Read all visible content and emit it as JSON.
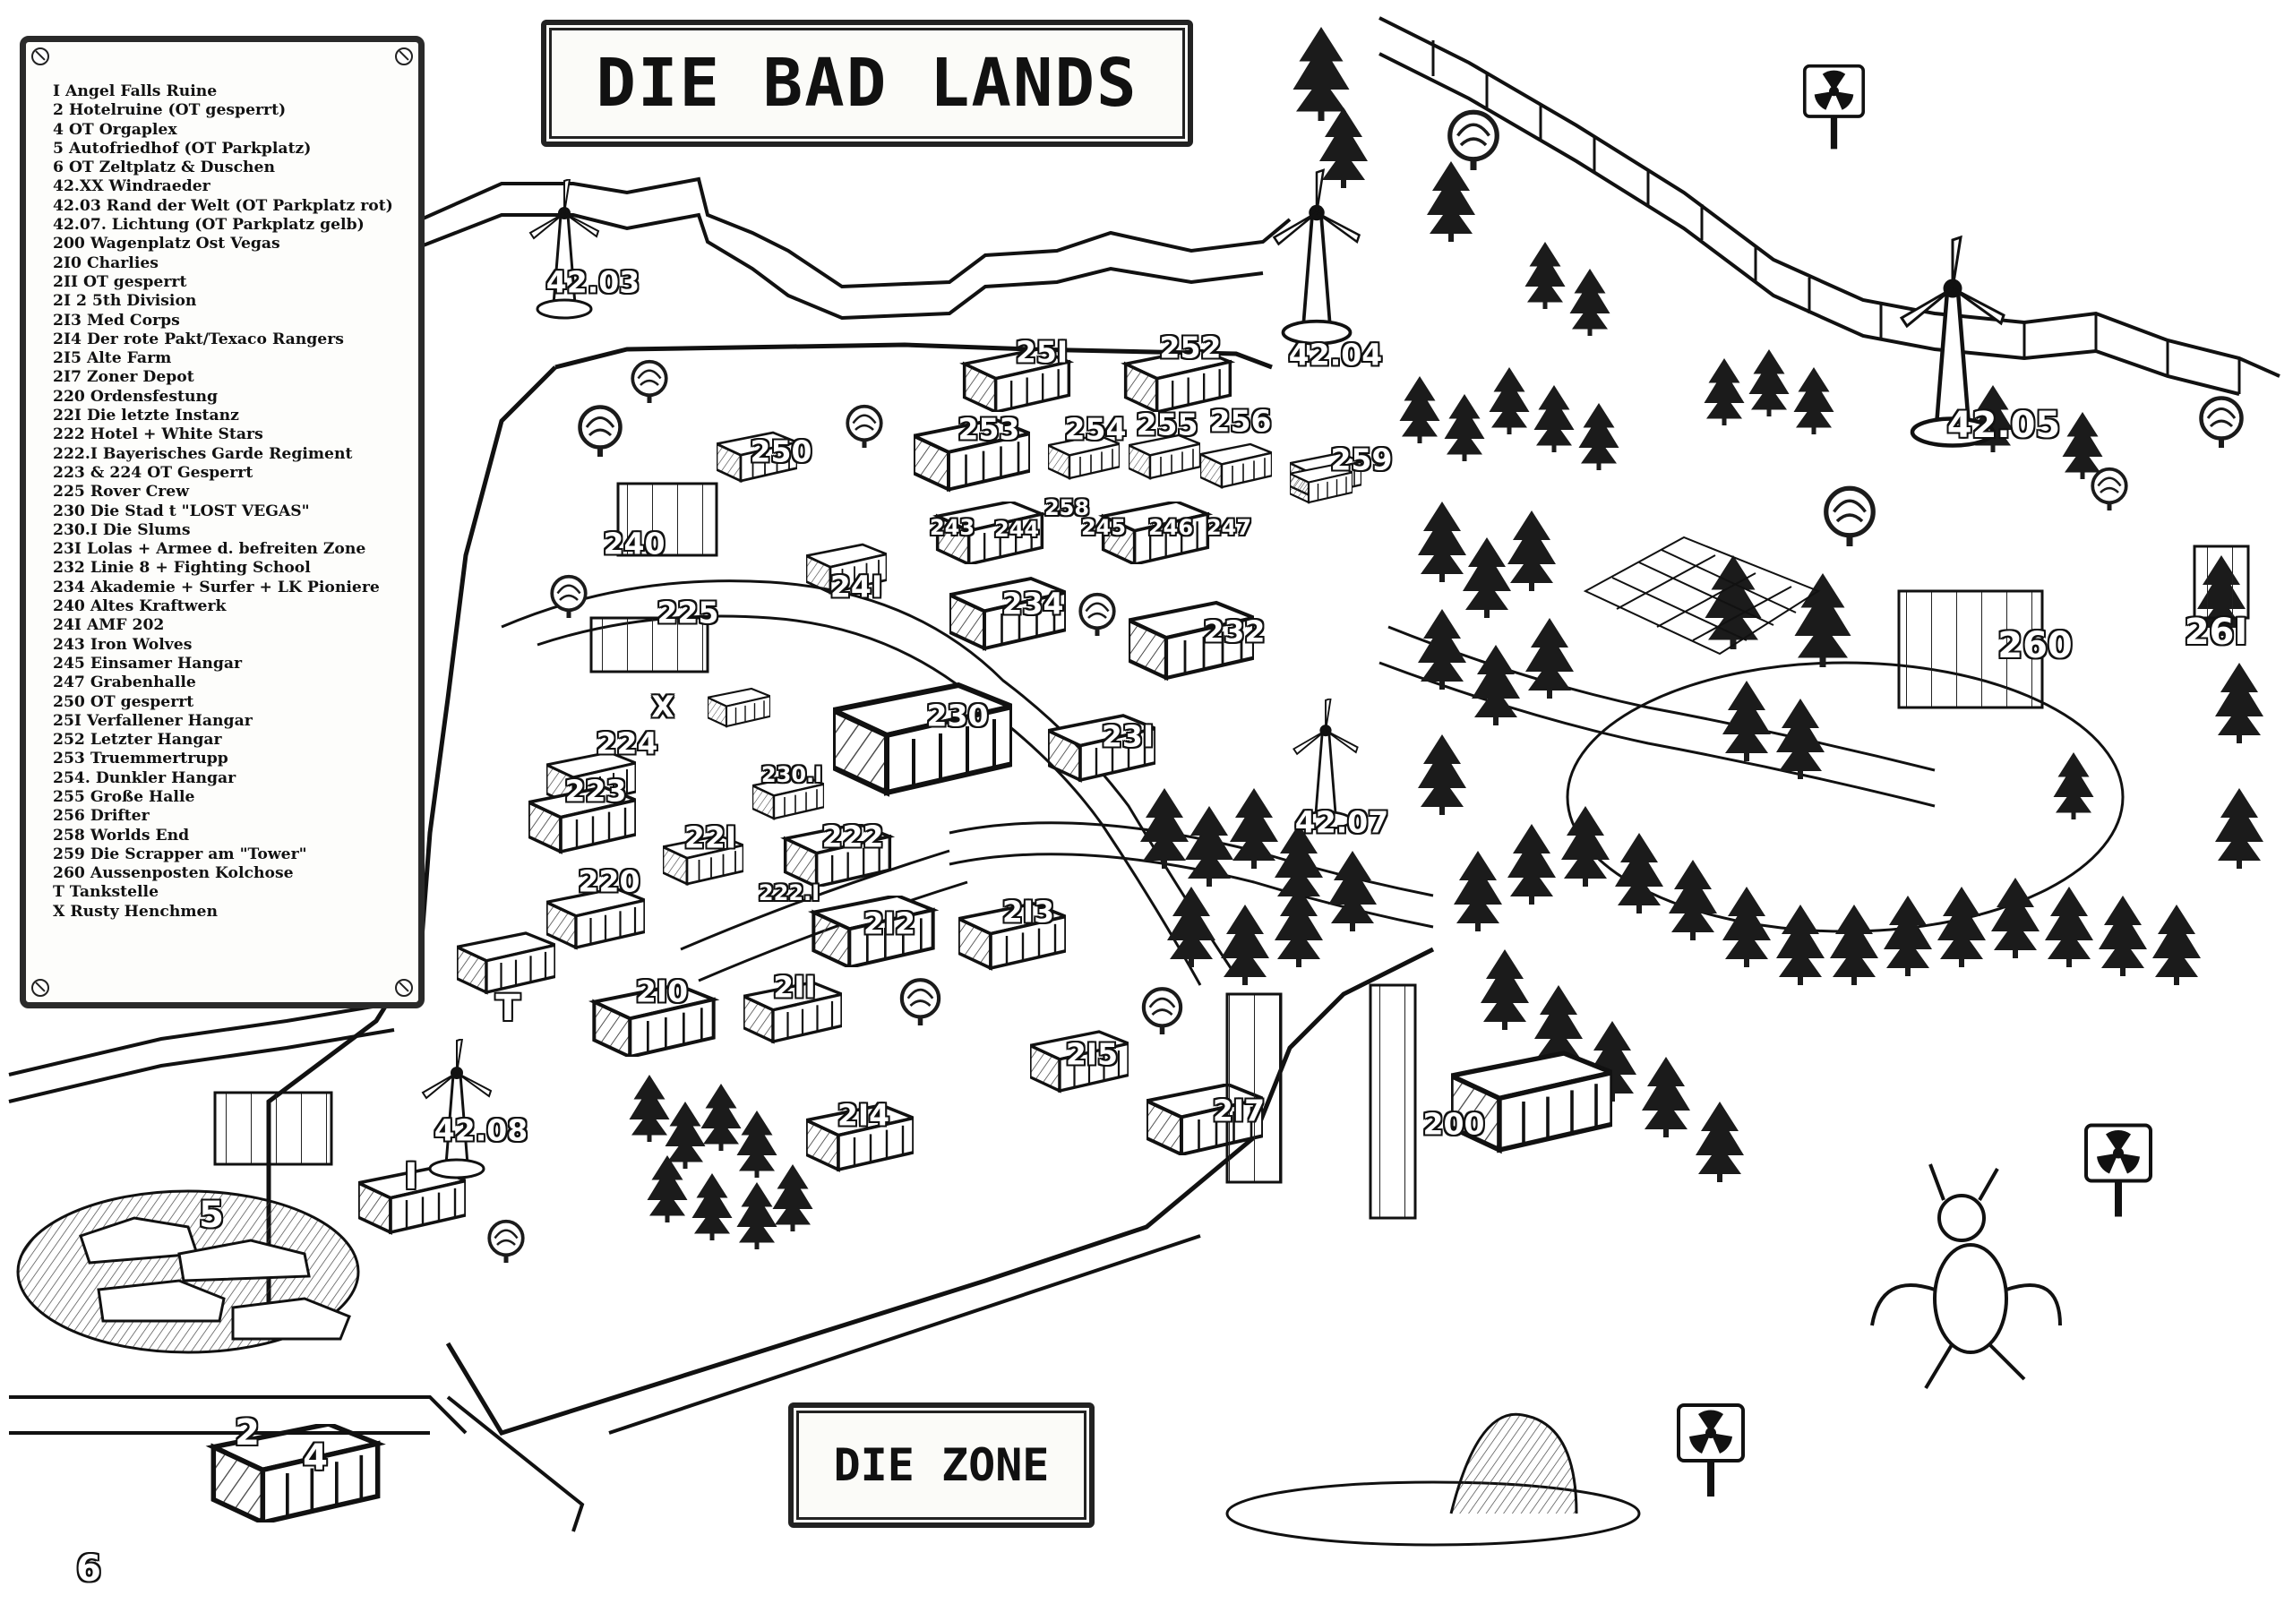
{
  "title": "DIE BAD LANDS",
  "zone_label": "DIE ZONE",
  "legend": [
    "I Angel Falls Ruine",
    "2 Hotelruine (OT gesperrt)",
    "4 OT Orgaplex",
    "5 Autofriedhof (OT Parkplatz)",
    "6 OT Zeltplatz & Duschen",
    "42.XX Windraeder",
    "42.03 Rand der Welt (OT Parkplatz rot)",
    "42.07. Lichtung (OT Parkplatz gelb)",
    "200 Wagenplatz Ost Vegas",
    "2I0 Charlies",
    "2II OT gesperrt",
    "2I 2 5th Division",
    "2I3 Med Corps",
    "2I4 Der rote Pakt/Texaco Rangers",
    "2I5 Alte Farm",
    "2I7 Zoner Depot",
    "220 Ordensfestung",
    "22I Die letzte Instanz",
    "222 Hotel + White Stars",
    "222.I Bayerisches Garde Regiment",
    "223 & 224 OT Gesperrt",
    "225 Rover Crew",
    "230 Die Stad t \"LOST VEGAS\"",
    "230.I Die Slums",
    "23I Lolas + Armee d. befreiten Zone",
    "232 Linie 8 + Fighting School",
    "234 Akademie + Surfer + LK Pioniere",
    "240 Altes Kraftwerk",
    "24I AMF 202",
    "243 Iron Wolves",
    "245 Einsamer Hangar",
    "247 Grabenhalle",
    "250 OT gesperrt",
    "25I Verfallener Hangar",
    "252 Letzter Hangar",
    "253 Truemmertrupp",
    "254. Dunkler Hangar",
    "255 Große Halle",
    "256 Drifter",
    "258 Worlds End",
    "259 Die Scrapper am \"Tower\"",
    "260 Aussenposten Kolchose",
    "T Tankstelle",
    "X Rusty Henchmen"
  ],
  "map_labels": [
    {
      "id": "42-03",
      "text": "42.03"
    },
    {
      "id": "42-04",
      "text": "42.04"
    },
    {
      "id": "42-05",
      "text": "42.05"
    },
    {
      "id": "42-07",
      "text": "42.07"
    },
    {
      "id": "42-08",
      "text": "42.08"
    },
    {
      "id": "251",
      "text": "25I"
    },
    {
      "id": "252",
      "text": "252"
    },
    {
      "id": "253",
      "text": "253"
    },
    {
      "id": "254",
      "text": "254"
    },
    {
      "id": "255",
      "text": "255"
    },
    {
      "id": "256",
      "text": "256"
    },
    {
      "id": "259",
      "text": "259"
    },
    {
      "id": "250",
      "text": "250"
    },
    {
      "id": "243",
      "text": "243"
    },
    {
      "id": "244",
      "text": "244"
    },
    {
      "id": "258",
      "text": "258"
    },
    {
      "id": "245",
      "text": "245"
    },
    {
      "id": "246",
      "text": "246"
    },
    {
      "id": "247",
      "text": "247"
    },
    {
      "id": "240",
      "text": "240"
    },
    {
      "id": "241",
      "text": "24I"
    },
    {
      "id": "234",
      "text": "234"
    },
    {
      "id": "225",
      "text": "225"
    },
    {
      "id": "232",
      "text": "232"
    },
    {
      "id": "260",
      "text": "260"
    },
    {
      "id": "261",
      "text": "26I"
    },
    {
      "id": "x",
      "text": "X"
    },
    {
      "id": "230",
      "text": "230"
    },
    {
      "id": "231",
      "text": "23I"
    },
    {
      "id": "224",
      "text": "224"
    },
    {
      "id": "223",
      "text": "223"
    },
    {
      "id": "230-1",
      "text": "230.I"
    },
    {
      "id": "221",
      "text": "22I"
    },
    {
      "id": "222",
      "text": "222"
    },
    {
      "id": "222-1",
      "text": "222.I"
    },
    {
      "id": "220",
      "text": "220"
    },
    {
      "id": "212",
      "text": "2I2"
    },
    {
      "id": "213",
      "text": "2I3"
    },
    {
      "id": "t",
      "text": "T"
    },
    {
      "id": "210",
      "text": "2I0"
    },
    {
      "id": "211",
      "text": "2II"
    },
    {
      "id": "215",
      "text": "2I5"
    },
    {
      "id": "214",
      "text": "2I4"
    },
    {
      "id": "217",
      "text": "2I7"
    },
    {
      "id": "200",
      "text": "200"
    },
    {
      "id": "i",
      "text": "I"
    },
    {
      "id": "5",
      "text": "5"
    },
    {
      "id": "2",
      "text": "2"
    },
    {
      "id": "4",
      "text": "4"
    },
    {
      "id": "6",
      "text": "6"
    }
  ],
  "colors": {
    "ink": "#111111",
    "paper": "#ffffff",
    "plaque": "#fbfbf8"
  }
}
